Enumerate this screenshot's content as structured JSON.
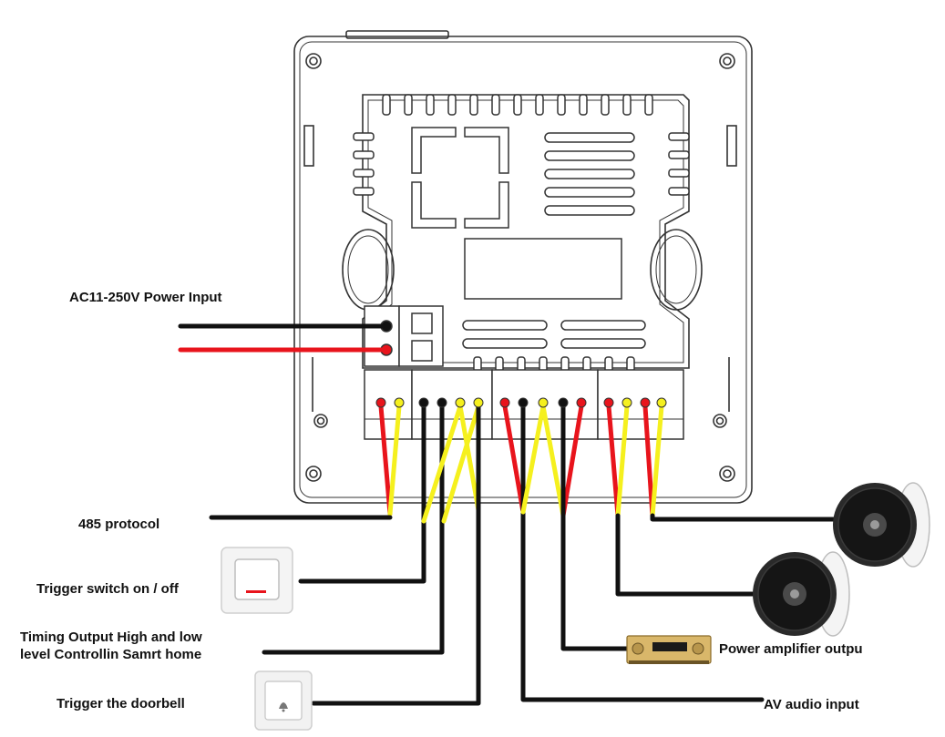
{
  "labels": {
    "power_input": "AC11-250V Power Input",
    "protocol_485": "485 protocol",
    "trigger_switch": "Trigger switch on / off",
    "timing_output_line1": "Timing Output High and low",
    "timing_output_line2": "level Controllin Samrt home",
    "trigger_doorbell": "Trigger the doorbell",
    "power_amplifier": "Power amplifier outpu",
    "av_audio_input": "AV  audio input"
  },
  "colors": {
    "wire_black": "#111111",
    "wire_red": "#e8141c",
    "wire_yellow": "#f5f01e",
    "outline": "#333333"
  }
}
